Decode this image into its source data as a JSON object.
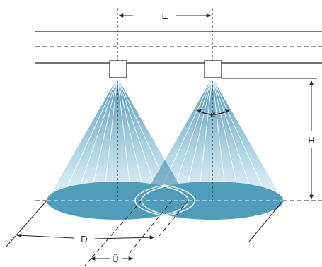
{
  "labels": {
    "spacing": "E",
    "height": "H",
    "diameter": "D",
    "overlap": "Ü",
    "angle": "α"
  },
  "colors": {
    "beam_top": "#4a8fb1",
    "beam_bottom": "#dff0f5",
    "ellipse": "#4f9dba",
    "lines": "#222222"
  }
}
